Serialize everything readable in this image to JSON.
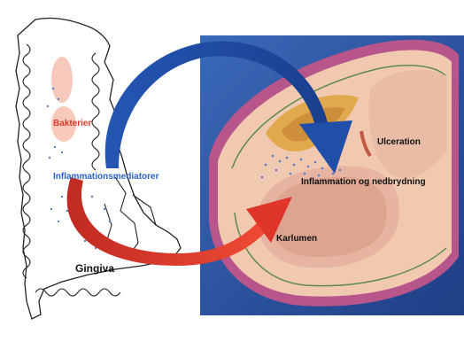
{
  "labels": {
    "bakterier": "Bakterier",
    "inflammationsmediatorer": "Inflammationsmediatorer",
    "gingiva": "Gingiva",
    "ulceration": "Ulceration",
    "inflammation_nedbrydning": "Inflammation og nedbrydning",
    "karlumen": "Karlumen"
  },
  "colors": {
    "background_panel": "#2f5aa8",
    "vessel_wall": "#b8558a",
    "tissue": "#f1c9b0",
    "plaque": "#e1a94d",
    "arrow_blue": "#1f4fa8",
    "arrow_red": "#e0352b",
    "bacteria_text": "#e03a2a",
    "mediator_text": "#2a63c8"
  }
}
